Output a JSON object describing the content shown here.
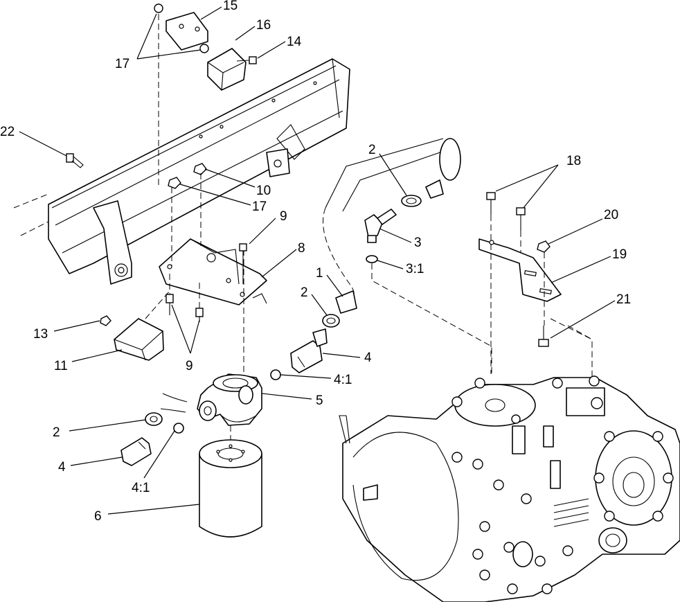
{
  "callouts": [
    {
      "id": "c15",
      "text": "15"
    },
    {
      "id": "c16",
      "text": "16"
    },
    {
      "id": "c14",
      "text": "14"
    },
    {
      "id": "c17a",
      "text": "17"
    },
    {
      "id": "c22",
      "text": "22"
    },
    {
      "id": "c10",
      "text": "10"
    },
    {
      "id": "c17b",
      "text": "17"
    },
    {
      "id": "c9a",
      "text": "9"
    },
    {
      "id": "c8",
      "text": "8"
    },
    {
      "id": "c2a",
      "text": "2"
    },
    {
      "id": "c3",
      "text": "3"
    },
    {
      "id": "c31",
      "text": "3:1"
    },
    {
      "id": "c1",
      "text": "1"
    },
    {
      "id": "c2b",
      "text": "2"
    },
    {
      "id": "c18",
      "text": "18"
    },
    {
      "id": "c20",
      "text": "20"
    },
    {
      "id": "c19",
      "text": "19"
    },
    {
      "id": "c21",
      "text": "21"
    },
    {
      "id": "c13",
      "text": "13"
    },
    {
      "id": "c11",
      "text": "11"
    },
    {
      "id": "c9b",
      "text": "9"
    },
    {
      "id": "c4a",
      "text": "4"
    },
    {
      "id": "c41a",
      "text": "4:1"
    },
    {
      "id": "c5",
      "text": "5"
    },
    {
      "id": "c2c",
      "text": "2"
    },
    {
      "id": "c4b",
      "text": "4"
    },
    {
      "id": "c41b",
      "text": "4:1"
    },
    {
      "id": "c6",
      "text": "6"
    }
  ]
}
